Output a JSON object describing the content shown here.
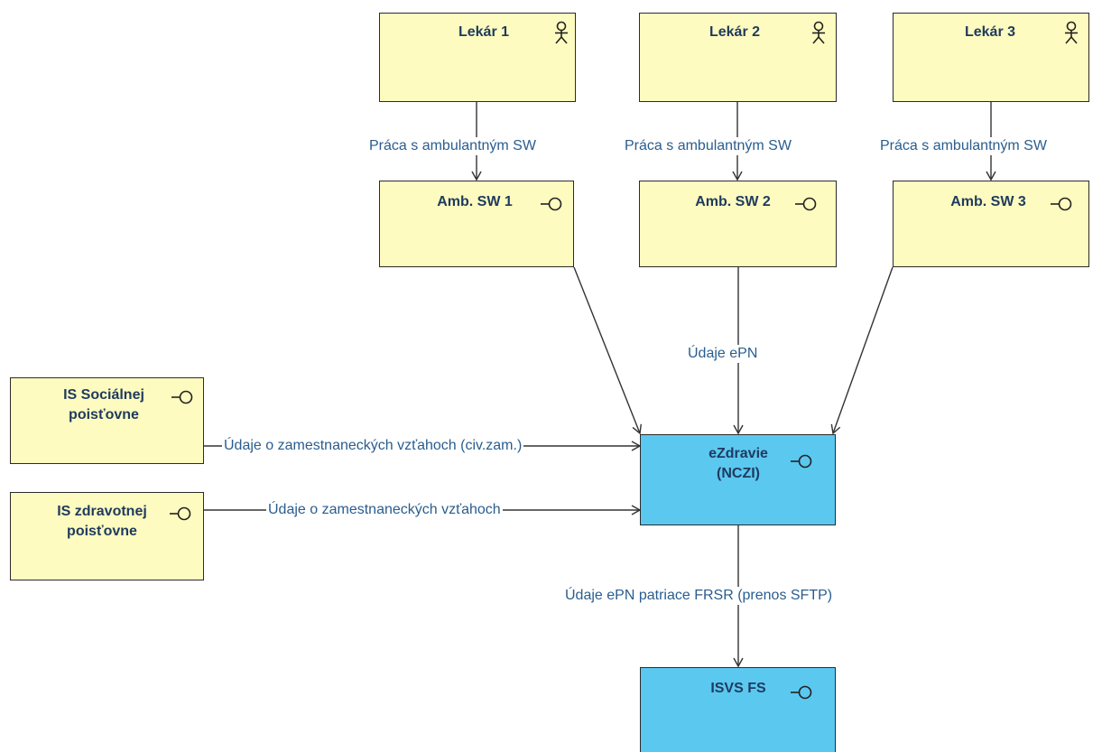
{
  "nodes": {
    "lekar1": {
      "label": "Lekár 1",
      "icon": "actor-icon"
    },
    "lekar2": {
      "label": "Lekár 2",
      "icon": "actor-icon"
    },
    "lekar3": {
      "label": "Lekár 3",
      "icon": "actor-icon"
    },
    "amb1": {
      "label": "Amb. SW 1",
      "icon": "interface-icon"
    },
    "amb2": {
      "label": "Amb. SW 2",
      "icon": "interface-icon"
    },
    "amb3": {
      "label": "Amb. SW 3",
      "icon": "interface-icon"
    },
    "is_soc": {
      "label": "IS Sociálnej\npoisťovne",
      "icon": "interface-icon"
    },
    "is_zdrav": {
      "label": "IS zdravotnej\npoisťovne",
      "icon": "interface-icon"
    },
    "ezdravie": {
      "label": "eZdravie\n(NCZI)",
      "icon": "interface-icon"
    },
    "isvs": {
      "label": "ISVS FS",
      "icon": "interface-icon"
    }
  },
  "edges": {
    "lekar1_amb1": "Práca s ambulantným SW",
    "lekar2_amb2": "Práca s ambulantným SW",
    "lekar3_amb3": "Práca s ambulantným SW",
    "amb2_ezdravie": "Údaje ePN",
    "soc_ezdravie": "Údaje o zamestnaneckých vzťahoch (civ.zam.)",
    "zdrav_ezdravie": "Údaje o zamestnaneckých vzťahoch",
    "ezdravie_isvs": "Údaje ePN patriace FRSR (prenos SFTP)"
  },
  "colors": {
    "application_fill": "#fdfbbf",
    "system_fill": "#5bc8f0",
    "label_text": "#1f3a5f",
    "edge_label_text": "#2a5d8f"
  }
}
